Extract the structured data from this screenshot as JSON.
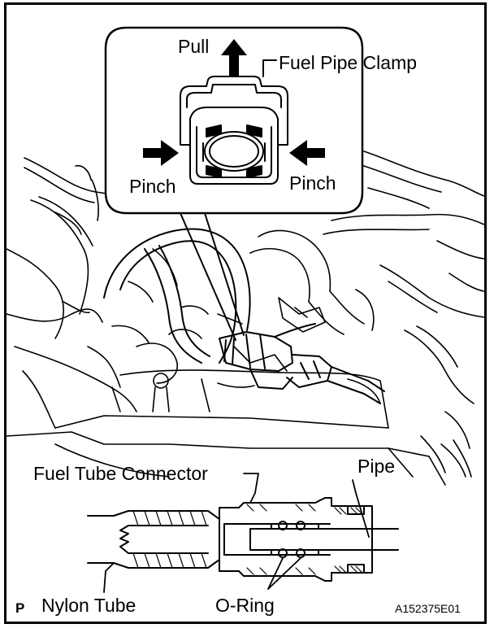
{
  "labels": {
    "pull": "Pull",
    "fuel_pipe_clamp": "Fuel Pipe Clamp",
    "pinch_left": "Pinch",
    "pinch_right": "Pinch",
    "fuel_tube_connector": "Fuel Tube Connector",
    "pipe": "Pipe",
    "nylon_tube": "Nylon Tube",
    "o_ring": "O-Ring",
    "page_letter": "P",
    "figure_code": "A152375E01"
  },
  "colors": {
    "ink": "#000000",
    "paper": "#ffffff"
  }
}
